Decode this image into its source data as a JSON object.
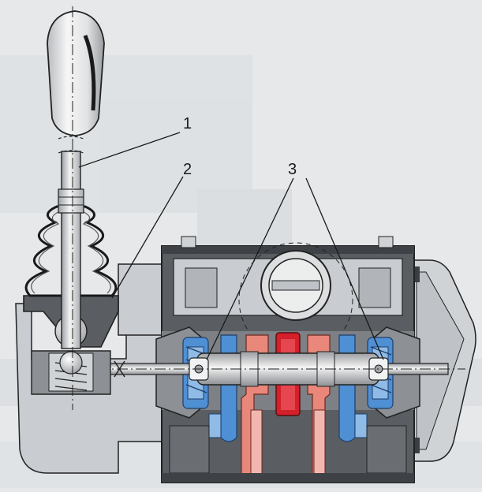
{
  "callouts": {
    "c1": "1",
    "c2": "2",
    "c3": "3"
  },
  "colors": {
    "background": "#e6e8ea",
    "housing_dark": "#5a5d62",
    "housing_mid": "#7d8085",
    "housing_light": "#c9ccd0",
    "spring_blue": "#4f8fd3",
    "spring_blue_light": "#8fbbe6",
    "center_red": "#d3202a",
    "pink_part": "#e8877a",
    "metal_light": "#f1f2f3",
    "line": "#222222"
  }
}
